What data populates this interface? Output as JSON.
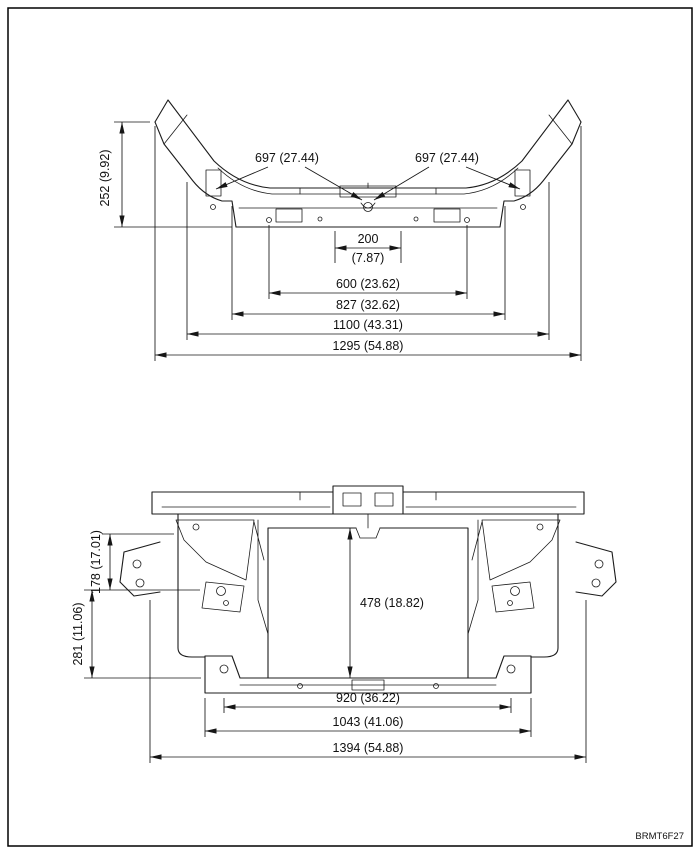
{
  "figure": {
    "code": "BRMT6F27"
  },
  "top_view": {
    "dim_252": "252 (9.92)",
    "dim_697_left": "697 (27.44)",
    "dim_697_right": "697 (27.44)",
    "dim_200_mm": "200",
    "dim_200_in": "(7.87)",
    "dim_600": "600 (23.62)",
    "dim_827": "827 (32.62)",
    "dim_1100": "1100 (43.31)",
    "dim_1295": "1295 (54.88)"
  },
  "front_view": {
    "dim_178": "178 (17.01)",
    "dim_281": "281 (11.06)",
    "dim_478": "478 (18.82)",
    "dim_920": "920 (36.22)",
    "dim_1043": "1043 (41.06)",
    "dim_1394": "1394 (54.88)"
  }
}
